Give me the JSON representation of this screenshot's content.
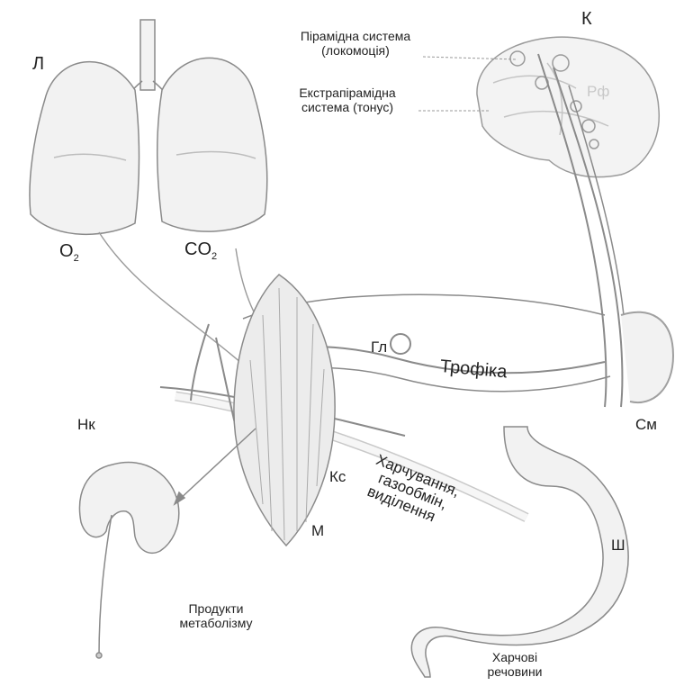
{
  "labels": {
    "lungs": "Л",
    "brain": "К",
    "pyramidal_line1": "Пірамідна система",
    "pyramidal_line2": "(локомоція)",
    "extrapyramidal_line1": "Екстрапірамідна",
    "extrapyramidal_line2": "система (тонус)",
    "reticular": "Рф",
    "o2_base": "O",
    "o2_sub": "2",
    "co2_base": "CO",
    "co2_sub": "2",
    "ganglion": "Гл",
    "trophic": "Трофіка",
    "kidney": "Нк",
    "spinal_cord": "См",
    "vessels": "Кс",
    "muscle": "М",
    "stomach": "Ш",
    "functions_line1": "Харчування,",
    "functions_line2": "газообмін,",
    "functions_line3": "виділення",
    "metabolism_line1": "Продукти",
    "metabolism_line2": "метаболізму",
    "food_line1": "Харчові",
    "food_line2": "речовини"
  },
  "colors": {
    "organ_fill": "#f1f1f1",
    "organ_stroke": "#8a8a8a",
    "pathway": "#7d7d7d",
    "text": "#222222"
  }
}
